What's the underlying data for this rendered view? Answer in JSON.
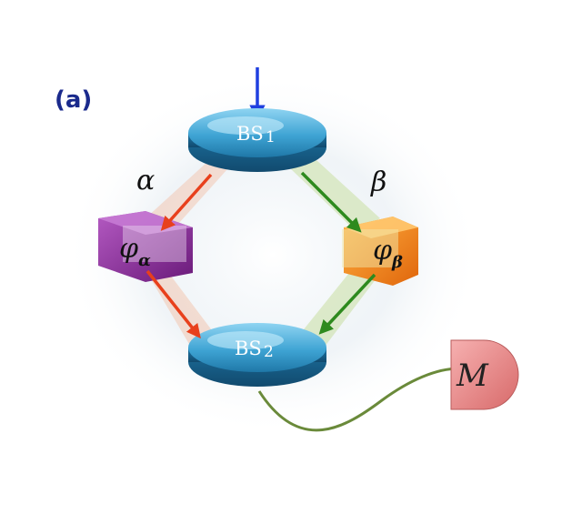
{
  "panel_label": "(a)",
  "beam_splitter_1": {
    "label": "BS",
    "subscript": "1"
  },
  "beam_splitter_2": {
    "label": "BS",
    "subscript": "2"
  },
  "arm_alpha": {
    "label": "α"
  },
  "arm_beta": {
    "label": "β"
  },
  "phase_alpha": {
    "symbol": "φ",
    "subscript": "α"
  },
  "phase_beta": {
    "symbol": "φ",
    "subscript": "β"
  },
  "measurement": {
    "label": "M"
  },
  "colors": {
    "input_arrow": "#1f3fe0",
    "alpha_arrow": "#e8401c",
    "beta_arrow": "#2e8a1e",
    "beam_splitter": "#2a8fc2",
    "phase_alpha_box": "#8a2a9a",
    "phase_beta_box": "#f08a1c",
    "detector": "#e88a8a",
    "cable": "#6a8a3a",
    "panel_label": "#1a2a8c"
  }
}
